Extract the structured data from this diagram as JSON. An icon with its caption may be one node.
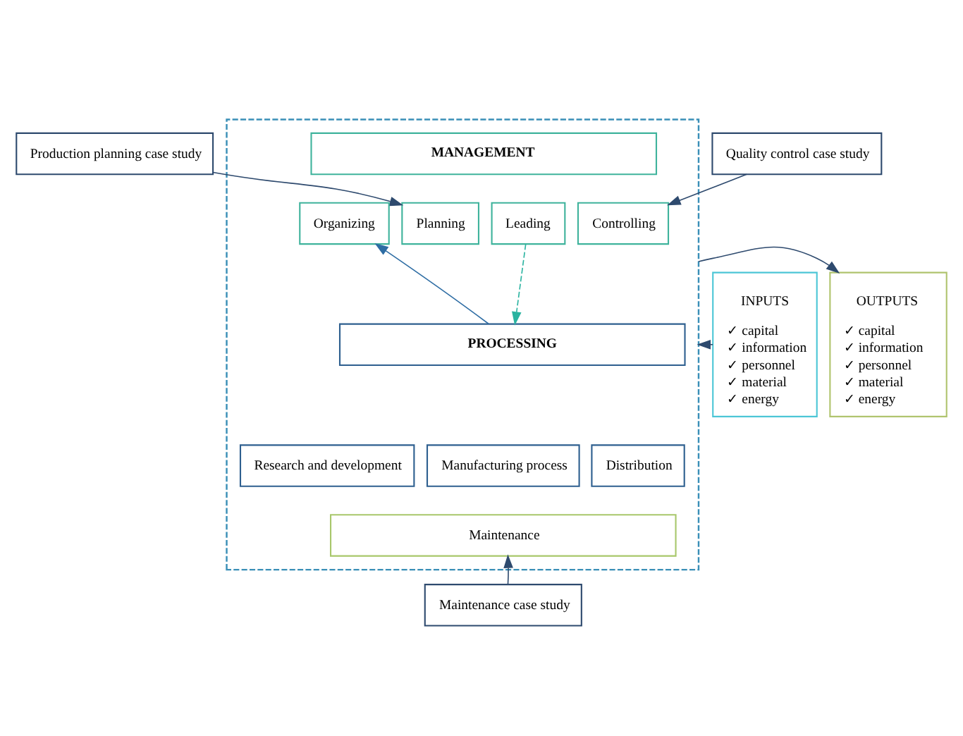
{
  "diagram": {
    "nodes": [
      {
        "text": [
          "Production planning case study"
        ]
      },
      {
        "text": [
          "Quality control case study"
        ]
      },
      {
        "text": [
          "INPUTS",
          "✓ capital",
          "✓ information",
          "✓ personnel",
          "✓ material",
          "✓ energy"
        ]
      },
      {
        "text": [],
        "shape": "box"
      },
      {
        "text": [
          "MANAGEMENT"
        ],
        "in": 3
      },
      {
        "text": [
          "Planning"
        ],
        "in": 3
      },
      {
        "text": [
          "Organizing"
        ],
        "in": 3
      },
      {
        "text": [
          "Leading"
        ],
        "in": 3
      },
      {
        "text": [
          "Controlling"
        ],
        "in": 3
      },
      {
        "text": [
          "PROCESSING"
        ],
        "in": 3
      },
      {
        "text": [
          "Research and development"
        ],
        "in": 3
      },
      {
        "text": [
          "Manufacturing process"
        ],
        "in": 3
      },
      {
        "text": [
          "Distribution"
        ],
        "in": 3
      },
      {
        "text": [
          "Maintenance"
        ],
        "in": 3
      },
      {
        "text": [
          "OUTPUTS",
          "✓ capital",
          "✓ information",
          "✓ personnel",
          "✓ material",
          "✓ energy"
        ]
      },
      {
        "text": [
          "Maintenance case study"
        ]
      }
    ],
    "edges": [
      {
        "from": 0,
        "to": 5,
        "arrow": "to"
      },
      {
        "from": 1,
        "to": 8,
        "arrow": "to"
      },
      {
        "from": 2,
        "to": 3,
        "arrow": "to"
      },
      {
        "from": 9,
        "to": 6,
        "arrow": "to",
        "color": "#2e6da4"
      },
      {
        "from": 7,
        "to": 9,
        "arrow": "to",
        "style": "dashed",
        "color": "#2ab3a0"
      },
      {
        "from": 3,
        "to": 14,
        "arrow": "to"
      },
      {
        "from": 15,
        "to": 13,
        "arrow": "to"
      }
    ]
  }
}
